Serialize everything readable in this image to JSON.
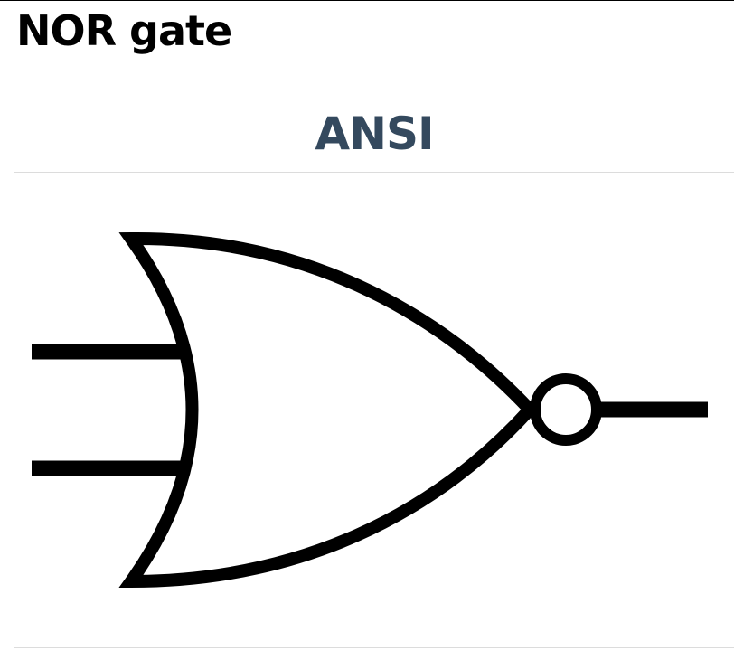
{
  "page": {
    "title": "NOR gate"
  },
  "section": {
    "heading": "ANSI",
    "heading_color": "#34495e"
  },
  "diagram": {
    "symbol": "nor-gate-ansi",
    "stroke_color": "#000000",
    "fill_color": "#ffffff",
    "inputs": 2,
    "outputs": 1,
    "inverted_output": true
  }
}
